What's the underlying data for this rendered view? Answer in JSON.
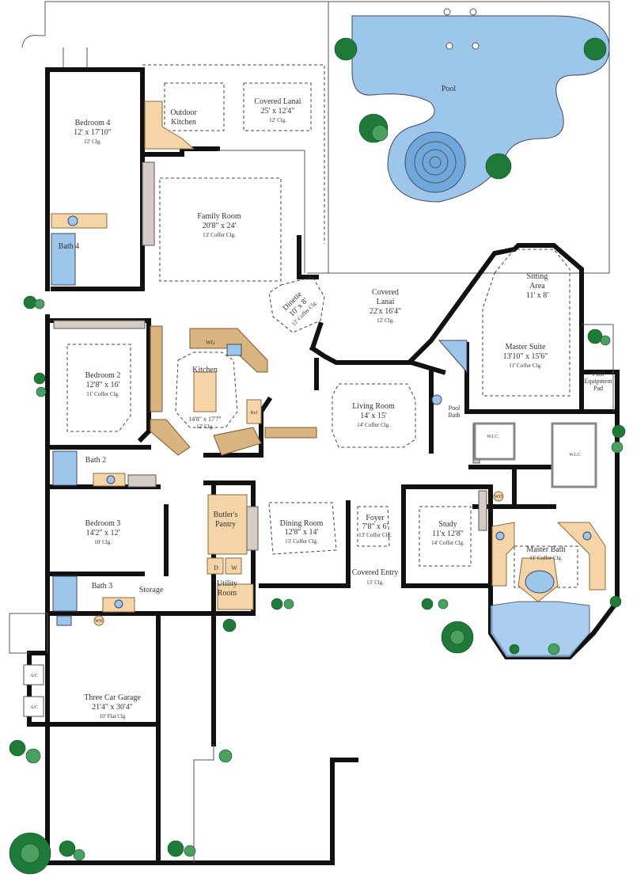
{
  "colors": {
    "wall": "#111111",
    "counter": "#f5d5a8",
    "cabinet": "#d9b380",
    "water": "#9cc6ea",
    "closet": "#d6ccc6",
    "plant": "#1f7a3a"
  },
  "rooms": {
    "bedroom4": {
      "name": "Bedroom 4",
      "dims": "12' x 17'10\"",
      "ceiling": "12' Clg."
    },
    "outdoor_kitchen": {
      "name1": "Outdoor",
      "name2": "Kitchen"
    },
    "covered_lanai_rear": {
      "name": "Covered Lanai",
      "dims": "25' x 12'4\"",
      "ceiling": "12' Clg."
    },
    "pool": {
      "name": "Pool"
    },
    "family_room": {
      "name": "Family Room",
      "dims": "20'8\" x 24'",
      "ceiling": "13' Coffer Clg."
    },
    "bath4": {
      "name": "Bath 4"
    },
    "dinette": {
      "name": "Dinette",
      "dims": "10' x 8'",
      "ceiling": "12' Coffer Clg."
    },
    "covered_lanai": {
      "name1": "Covered",
      "name2": "Lanai",
      "dims": "22'x 16'4\"",
      "ceiling": "12' Clg."
    },
    "sitting_area": {
      "name1": "Sitting",
      "name2": "Area",
      "dims": "11' x 8'"
    },
    "master_suite": {
      "name": "Master Suite",
      "dims": "13'10\" x 15'6\"",
      "ceiling": "11' Coffer Clg."
    },
    "pool_equipment": {
      "name1": "Pool",
      "name2": "Equipment",
      "name3": "Pad"
    },
    "bedroom2": {
      "name": "Bedroom 2",
      "dims": "12'8\" x 16'",
      "ceiling": "11' Coffer Clg."
    },
    "kitchen": {
      "name": "Kitchen",
      "dims": "14'8\" x 17'7\"",
      "ceiling": "12' Clg.",
      "wg": "WG",
      "ref": "Ref"
    },
    "living_room": {
      "name": "Living Room",
      "dims": "14' x 15'",
      "ceiling": "14' Coffer Clg."
    },
    "pool_bath": {
      "name1": "Pool",
      "name2": "Bath"
    },
    "wic1": {
      "name": "W.I.C."
    },
    "wic2": {
      "name": "W.I.C."
    },
    "bath2": {
      "name": "Bath 2"
    },
    "butlers_pantry": {
      "name1": "Butler's",
      "name2": "Pantry"
    },
    "bedroom3": {
      "name": "Bedroom 3",
      "dims": "14'2\" x 12'",
      "ceiling": "10' Clg."
    },
    "dining_room": {
      "name": "Dining Room",
      "dims": "12'8\" x 14'",
      "ceiling": "13' Coffer Clg."
    },
    "foyer": {
      "name": "Foyer",
      "dims": "7'8\" x 6'",
      "ceiling": "13' Coffer Clg."
    },
    "study": {
      "name": "Study",
      "dims": "11'x 12'8\"",
      "ceiling": "14' Coffer Clg."
    },
    "master_bath": {
      "name": "Master Bath",
      "ceiling": "11' Coffer Clg."
    },
    "bath3": {
      "name": "Bath 3"
    },
    "storage": {
      "name": "Storage"
    },
    "utility_room": {
      "name1": "Utility",
      "name2": "Room",
      "dryer": "D",
      "washer": "W"
    },
    "covered_entry": {
      "name": "Covered Entry",
      "ceiling": "13' Clg."
    },
    "garage": {
      "name": "Three Car Garage",
      "dims": "21'4\" x 30'4\"",
      "ceiling": "10' Flat Clg"
    }
  },
  "fixtures": {
    "water_heater_1": "WH",
    "water_heater_2": "WH",
    "ac_1": "A/C",
    "ac_2": "A/C"
  }
}
